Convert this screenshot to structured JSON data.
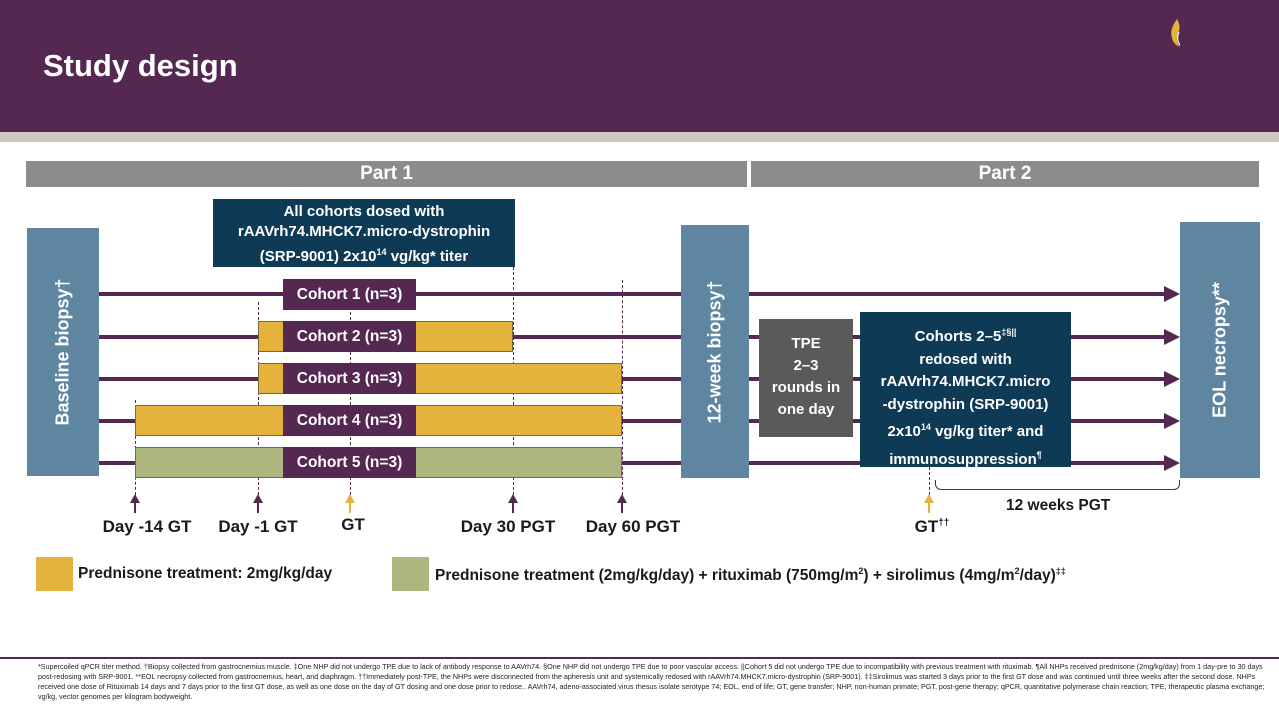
{
  "header": {
    "title": "Study design"
  },
  "parts": {
    "part1": "Part 1",
    "part2": "Part 2"
  },
  "side_boxes": {
    "baseline": "Baseline biopsy†",
    "week12": "12-week biopsy†",
    "eol": "EOL necropsy**"
  },
  "dosed_box": {
    "line1": "All cohorts dosed with",
    "line2": "rAAVrh74.MHCK7.micro-dystrophin",
    "line3_pre": "(SRP-9001) 2x10",
    "line3_sup": "14",
    "line3_post": "  vg/kg* titer"
  },
  "cohorts": [
    {
      "label": "Cohort 1 (n=3)",
      "treatment": "none"
    },
    {
      "label": "Cohort 2 (n=3)",
      "treatment": "prednisone"
    },
    {
      "label": "Cohort 3 (n=3)",
      "treatment": "prednisone"
    },
    {
      "label": "Cohort 4 (n=3)",
      "treatment": "prednisone"
    },
    {
      "label": "Cohort 5 (n=3)",
      "treatment": "prednisone + rituximab + sirolimus"
    }
  ],
  "tpe_box": {
    "line1": "TPE",
    "line2": "2–3",
    "line3": "rounds in",
    "line4": "one day"
  },
  "redose_box": {
    "line1_pre": "Cohorts 2–5",
    "line1_sup": "‡§||",
    "line2": "redosed with",
    "line3": "rAAVrh74.MHCK7.micro",
    "line4": "-dystrophin (SRP-9001)",
    "line5_pre": "2x10",
    "line5_sup": "14",
    "line5_post": " vg/kg titer* and",
    "line6_pre": "immunosuppression",
    "line6_sup": "¶"
  },
  "timeline": {
    "day_minus14": "Day -14 GT",
    "day_minus1": "Day -1 GT",
    "gt": "GT",
    "day30": "Day 30 PGT",
    "day60": "Day 60 PGT",
    "gt2_pre": "GT",
    "gt2_sup": "††",
    "weeks": "12 weeks PGT"
  },
  "legend": {
    "prednisone": "Prednisone treatment: 2mg/kg/day",
    "combo_a": "Prednisone treatment (2mg/kg/day) + rituximab (750mg/m",
    "combo_sup1": "2",
    "combo_b": ") + sirolimus (4mg/m",
    "combo_sup2": "2",
    "combo_c": "/day)",
    "combo_sup3": "‡‡"
  },
  "colors": {
    "header": "#542850",
    "prednisone": "#e4b33c",
    "combo": "#acb67e",
    "side_box": "#5e86a1",
    "dark_box": "#0e3a56",
    "tpe": "#5a5a5a"
  },
  "footnotes": "*Supercoiled qPCR titer method. †Biopsy collected from gastrocnemius muscle. ‡One NHP did not undergo TPE due to lack of antibody response to AAVrh74. §One NHP did not undergo TPE due to poor vascular access. ||Cohort 5 did not undergo TPE due to incompatibility with previous treatment with rituximab. ¶All NHPs received prednisone (2mg/kg/day) from 1 day-pre to 30 days post-redosing with SRP-9001. **EOL necropsy collected from gastrocnemius, heart, and diaphragm. ††Immediately post-TPE, the NHPs were disconnected from the apheresis unit and systemically redosed with rAAVrh74.MHCK7.micro-dystrophin (SRP-9001). ‡‡Sirolimus was started 3 days prior to the first GT dose and was continued until three weeks after the second dose. NHPs received one dose of Rituximab 14 days and 7 days prior to the first GT dose, as well as one dose on the day of GT dosing and one dose prior to redose.. AAVrh74, adeno-associated virus rhesus isolate serotype 74; EOL, end of life; GT, gene transfer; NHP, non-human primate; PGT, post-gene therapy; qPCR, quantitative polymerase chain reaction; TPE, therapeutic plasma exchange; vg/kg, vector genomes per kilogram bodyweight."
}
